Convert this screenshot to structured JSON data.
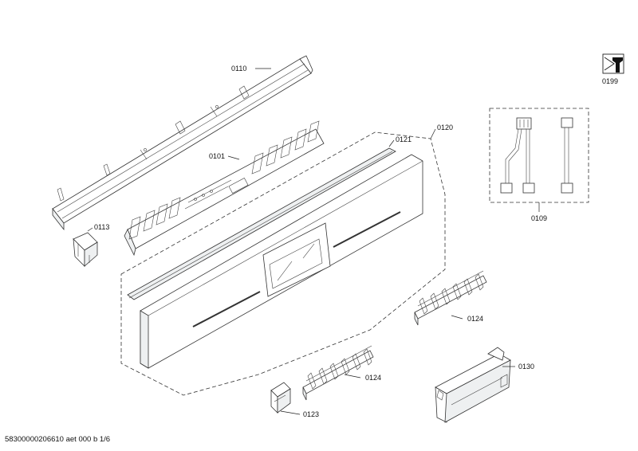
{
  "labels": {
    "p0110": "0110",
    "p0101": "0101",
    "p0113": "0113",
    "p0121": "0121",
    "p0120": "0120",
    "p0109": "0109",
    "p0199": "0199",
    "p0124a": "0124",
    "p0124b": "0124",
    "p0130": "0130",
    "p0123": "0123"
  },
  "footer": "58300000206610 aet 000 b 1/6"
}
